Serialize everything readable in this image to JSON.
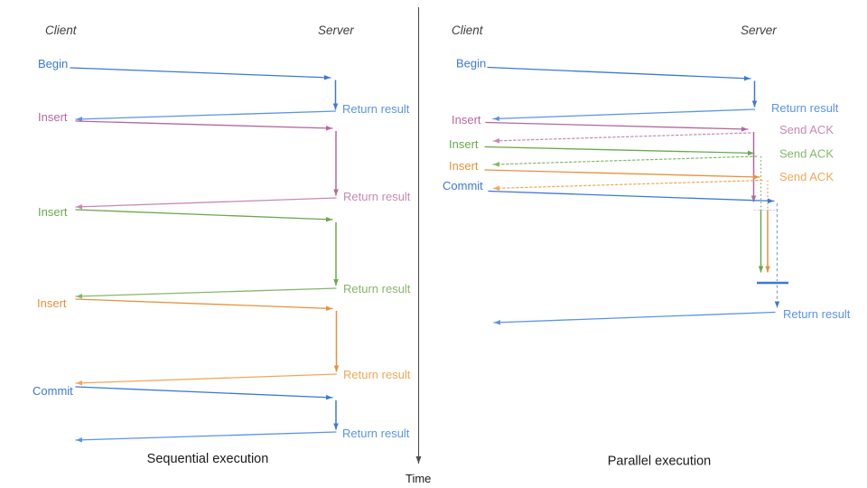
{
  "colors": {
    "blue": "#3c78d8",
    "blue_light": "#5b93e8",
    "blue_dash": "#85aee4",
    "pink": "#b5679e",
    "pink_light": "#c988b4",
    "green": "#6aa84f",
    "green_light": "#85b76b",
    "orange": "#e6913c",
    "orange_light": "#f0a858",
    "faint_dash": "#c6d9ee",
    "axis": "#4d4d4d",
    "header_text": "#3f3f3f",
    "caption_text": "#1a1a1a"
  },
  "axis": {
    "time_label": "Time"
  },
  "left": {
    "title": "Sequential execution",
    "client_header": "Client",
    "server_header": "Server",
    "messages": [
      {
        "request": "Begin",
        "response": "Return result"
      },
      {
        "request": "Insert",
        "response": "Return result"
      },
      {
        "request": "Insert",
        "response": "Return result"
      },
      {
        "request": "Insert",
        "response": "Return result"
      },
      {
        "request": "Commit",
        "response": "Return result"
      }
    ]
  },
  "right": {
    "title": "Parallel execution",
    "client_header": "Client",
    "server_header": "Server",
    "messages": [
      {
        "request": "Begin",
        "response": "Return result"
      },
      {
        "request": "Insert",
        "response": "Send ACK"
      },
      {
        "request": "Insert",
        "response": "Send ACK"
      },
      {
        "request": "Insert",
        "response": "Send ACK"
      },
      {
        "request": "Commit"
      }
    ],
    "final_response": "Return result"
  }
}
